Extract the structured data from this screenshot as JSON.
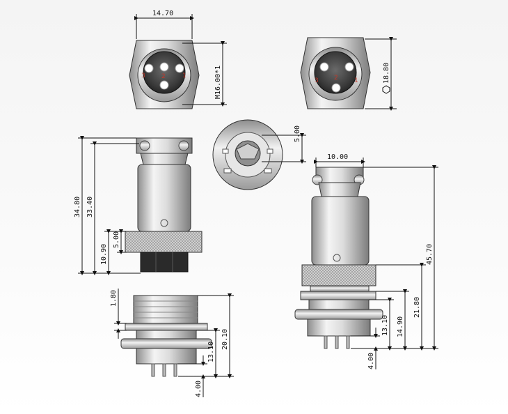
{
  "dimensions": {
    "top_width": "14.70",
    "thread": "M16.00*1",
    "hex": "18.80",
    "panel_hole": "5.00",
    "plug_total": "34.80",
    "plug_body": "33.40",
    "plug_knurl_bottom": "10.90",
    "plug_knurl": "5.00",
    "mated_top_width": "10.00",
    "mated_total": "45.70",
    "mated_mid": "21.80",
    "mated_lower": "14.90",
    "mated_socket": "13.10",
    "mated_pin": "4.00",
    "socket_flange": "1.80",
    "socket_total": "20.10",
    "socket_body": "13.10",
    "socket_pin": "4.00"
  },
  "pins": {
    "left_face": [
      "3",
      "2",
      "1"
    ],
    "right_face": [
      "3",
      "2",
      "1"
    ]
  },
  "colors": {
    "metal_light": "#f2f2f2",
    "metal_mid": "#c9c9c9",
    "metal_dark": "#8e8e8e",
    "pin_label": "#c0392b",
    "insulator": "#2a2a2a"
  }
}
